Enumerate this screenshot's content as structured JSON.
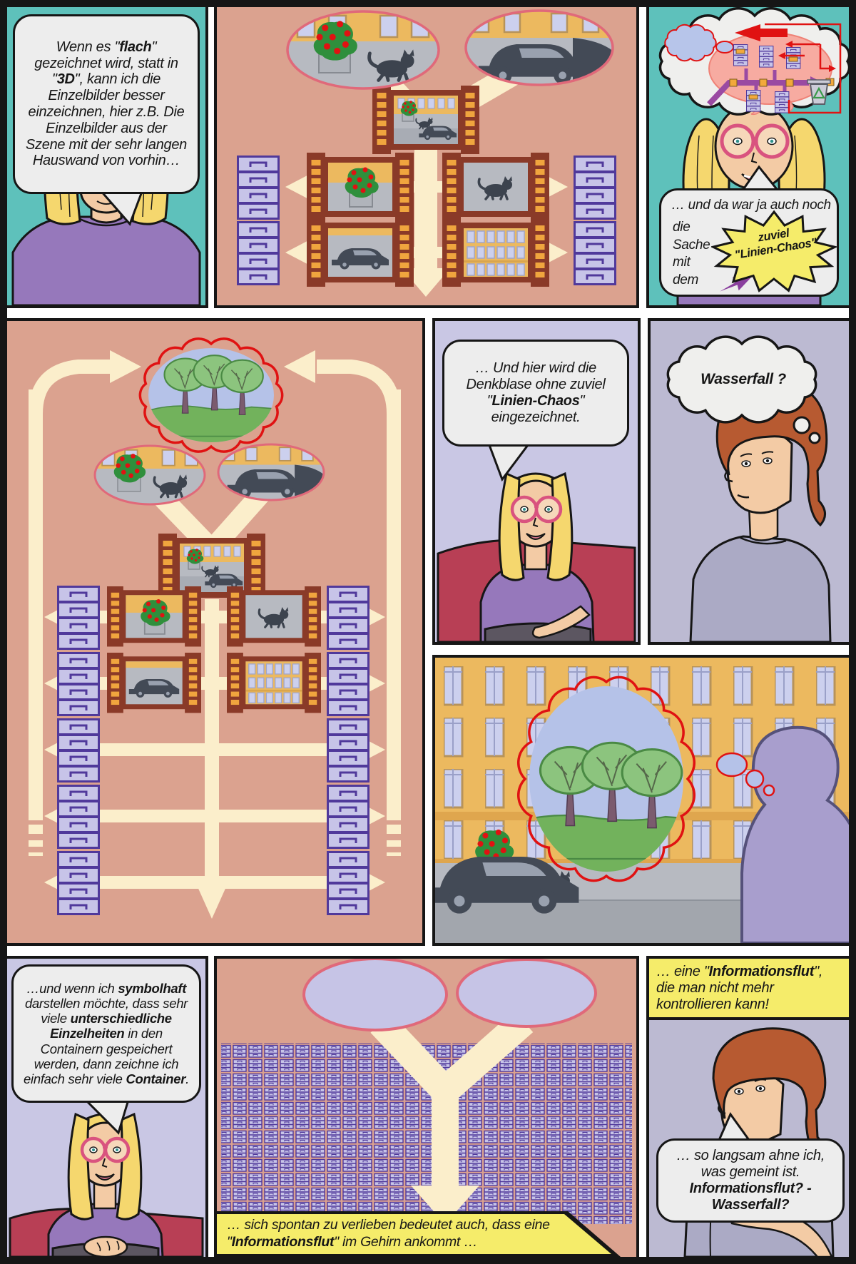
{
  "panels": {
    "a": {
      "speech": {
        "t1": "Wenn es \"",
        "b1": "flach",
        "t2": "\" gezeichnet wird, statt in \"",
        "b2": "3D",
        "t3": "\", kann ich die Einzelbilder besser einzeichnen, hier z.B. Die Einzelbilder aus der Szene mit der sehr langen Hauswand von vorhin…"
      }
    },
    "c": {
      "speech_intro": "… und da war ja auch noch",
      "speech_rest": "die Sache mit dem",
      "star_l1": "zuviel",
      "star_l2": "\"Linien-Chaos\""
    },
    "e": {
      "speech": {
        "t1": "… Und hier wird die Denkblase ohne zuviel \"",
        "b1": "Linien-Chaos",
        "t2": "\" eingezeichnet."
      }
    },
    "f": {
      "thought": "Wasserfall ?"
    },
    "h": {
      "speech": {
        "t1": "…und wenn ich ",
        "b1": "symbolhaft",
        "t2": " darstellen möchte, dass sehr viele ",
        "b2": "unterschiedliche Einzelheiten",
        "t3": " in den Containern gespeichert werden, dann zeichne ich einfach sehr viele ",
        "b3": "Container",
        "t4": "."
      }
    },
    "i": {
      "caption": {
        "t1": "… sich spontan zu verlieben bedeutet auch, dass eine \"",
        "b1": "Informationsflut",
        "t2": "\" im Gehirn ankommt …"
      }
    },
    "j": {
      "caption": {
        "t1": "… eine \"",
        "b1": "Informationsflut",
        "t2": "\", die man nicht mehr kontrollieren kann!"
      },
      "speech": {
        "t1": "… so langsam ahne ich, was gemeint ist. ",
        "b1": "Informationsflut? - Wasserfall?"
      }
    }
  },
  "colors": {
    "panel_border": "#161616",
    "gutter": "#ffffff",
    "teal_bg": "#5ec1bb",
    "salmon_bg": "#dba28f",
    "beam_cream": "#fbeecb",
    "film_brown": "#8a3a28",
    "sprocket_orange": "#f0a53e",
    "container_fill": "#c7c4e8",
    "container_stroke": "#50399b",
    "oval_stroke": "#e0697a",
    "thought_red": "#e01212",
    "lavender_bg": "#c9c7e4",
    "gray_lavender_bg": "#bcbad2",
    "couch_red": "#b83f55",
    "skin": "#f3cba5",
    "hair_blonde": "#f5d76e",
    "hair_auburn": "#b75a31",
    "shirt_purple": "#9678bb",
    "sweater_gray": "#abaac5",
    "highlight_yellow": "#f5ec6a",
    "speech_bubble": "#ededed",
    "purple_arrow": "#8a3f9e",
    "silhouette_purple": "#a89ecd",
    "building_yellow": "#ecb95f",
    "tree_green": "#8cc47e",
    "grass_green": "#72b25c",
    "sky_blue": "#b5c2e8"
  }
}
